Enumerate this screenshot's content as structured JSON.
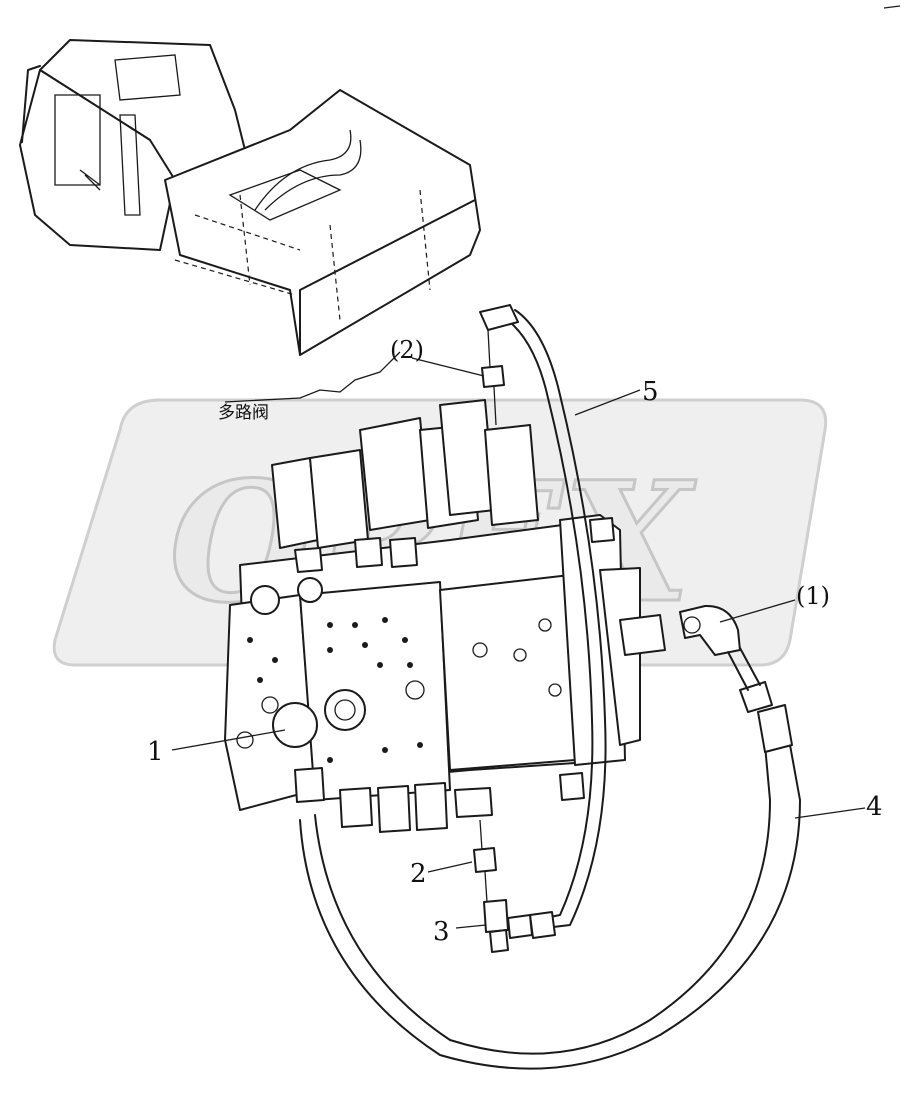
{
  "diagram": {
    "valve_label": "多路阀",
    "watermark": "OPEX",
    "callouts": {
      "c1": "1",
      "c2": "2",
      "c3": "3",
      "c4": "4",
      "c5": "5",
      "p1": "(1)",
      "p2": "(2)"
    }
  }
}
